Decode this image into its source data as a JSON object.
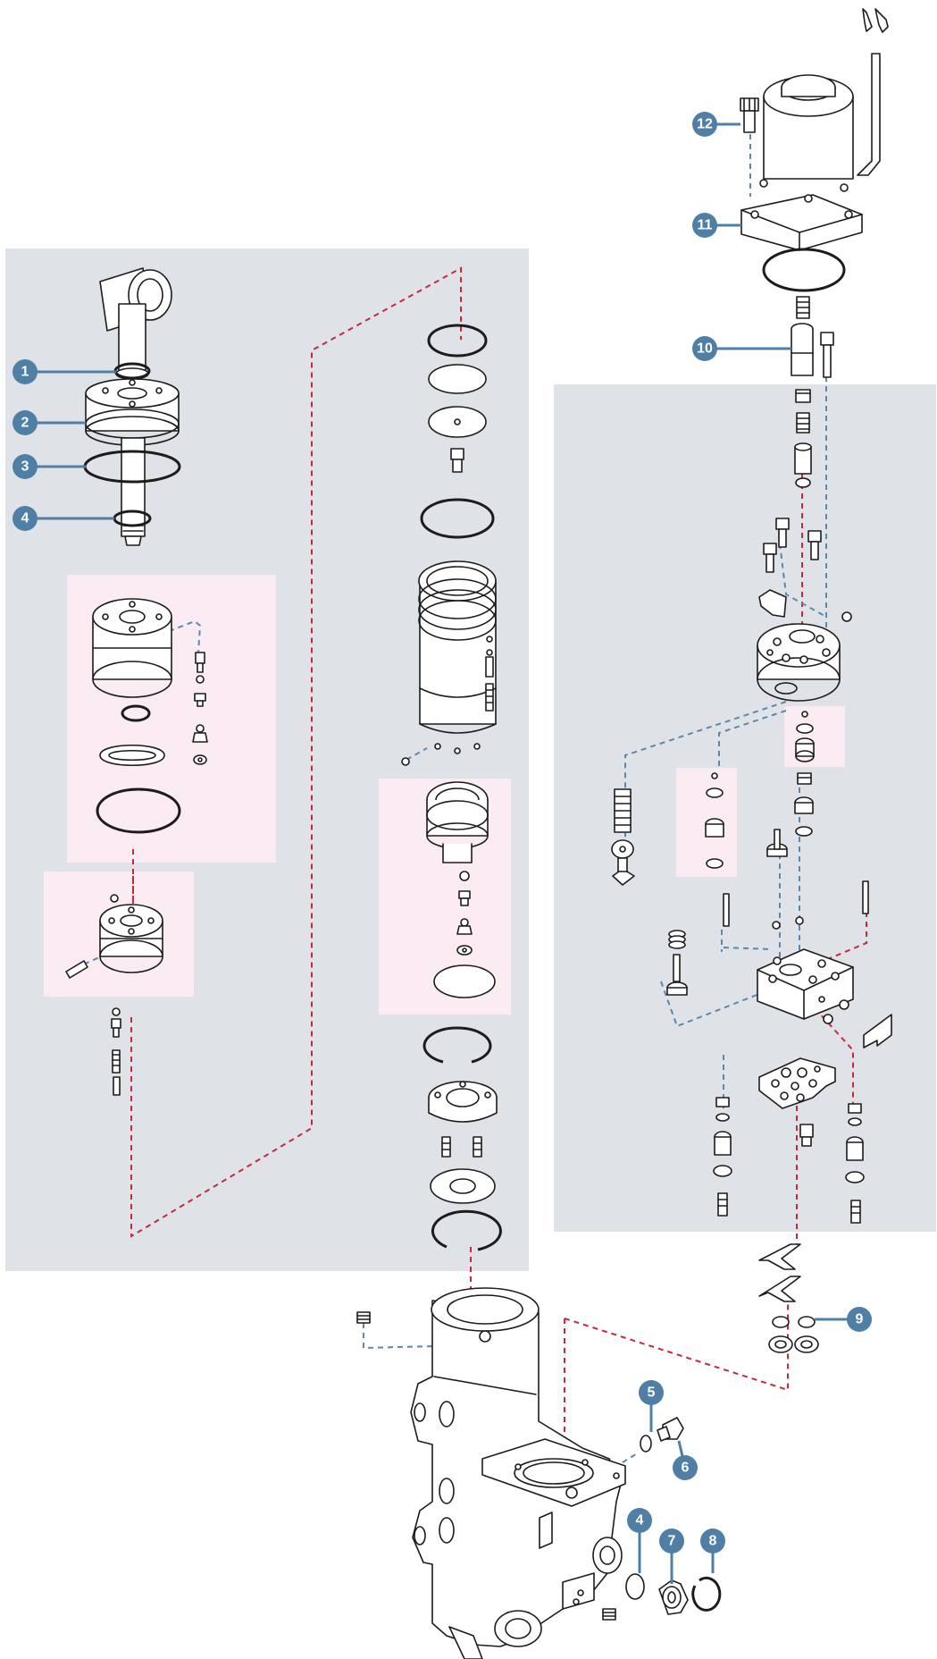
{
  "colors": {
    "callout": "#4f7fa5",
    "hidden_line_red": "#c8283a",
    "hidden_line_blue": "#5a88ad",
    "panel_grey": "#dfe3e8",
    "panel_pink": "#fbebf2"
  },
  "callouts": {
    "c1": "1",
    "c2": "2",
    "c3": "3",
    "c4a": "4",
    "c4b": "4",
    "c5": "5",
    "c6": "6",
    "c7": "7",
    "c8": "8",
    "c9": "9",
    "c10": "10",
    "c11": "11",
    "c12": "12"
  }
}
